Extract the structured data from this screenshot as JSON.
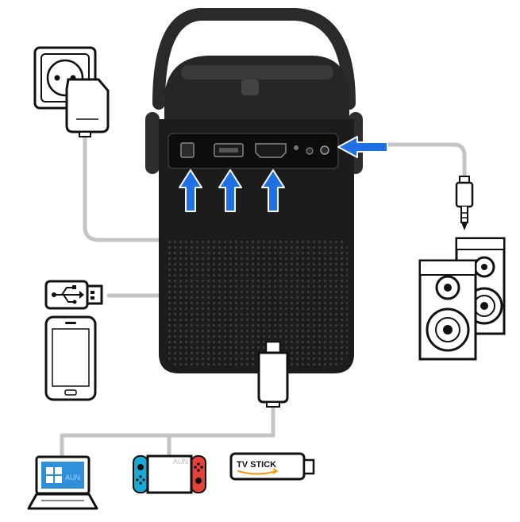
{
  "colors": {
    "cable": "#c4c4c4",
    "arrow": "#1f6fe5",
    "projector_body": "#1c1c1c",
    "outline": "#111111",
    "switch_left": "#1aa9d6",
    "switch_right": "#e8413a",
    "laptop_screen": "#2f8fd8",
    "amazon_smile": "#f39c12"
  },
  "icons": {
    "projector": "projector-icon",
    "wall_socket": "wall-socket-icon",
    "power_adapter": "power-adapter-icon",
    "usb": "usb-drive-icon",
    "phone": "smartphone-icon",
    "speakers": "speakers-icon",
    "audio_plug": "audio-jack-plug-icon",
    "hdmi_plug": "hdmi-plug-icon",
    "laptop": "laptop-icon",
    "game_console": "game-console-icon",
    "tv_stick": "tv-stick-icon"
  },
  "labels": {
    "tv_stick": "TV STICK",
    "laptop_watermark": "AUN",
    "switch_watermark": "AUN"
  }
}
